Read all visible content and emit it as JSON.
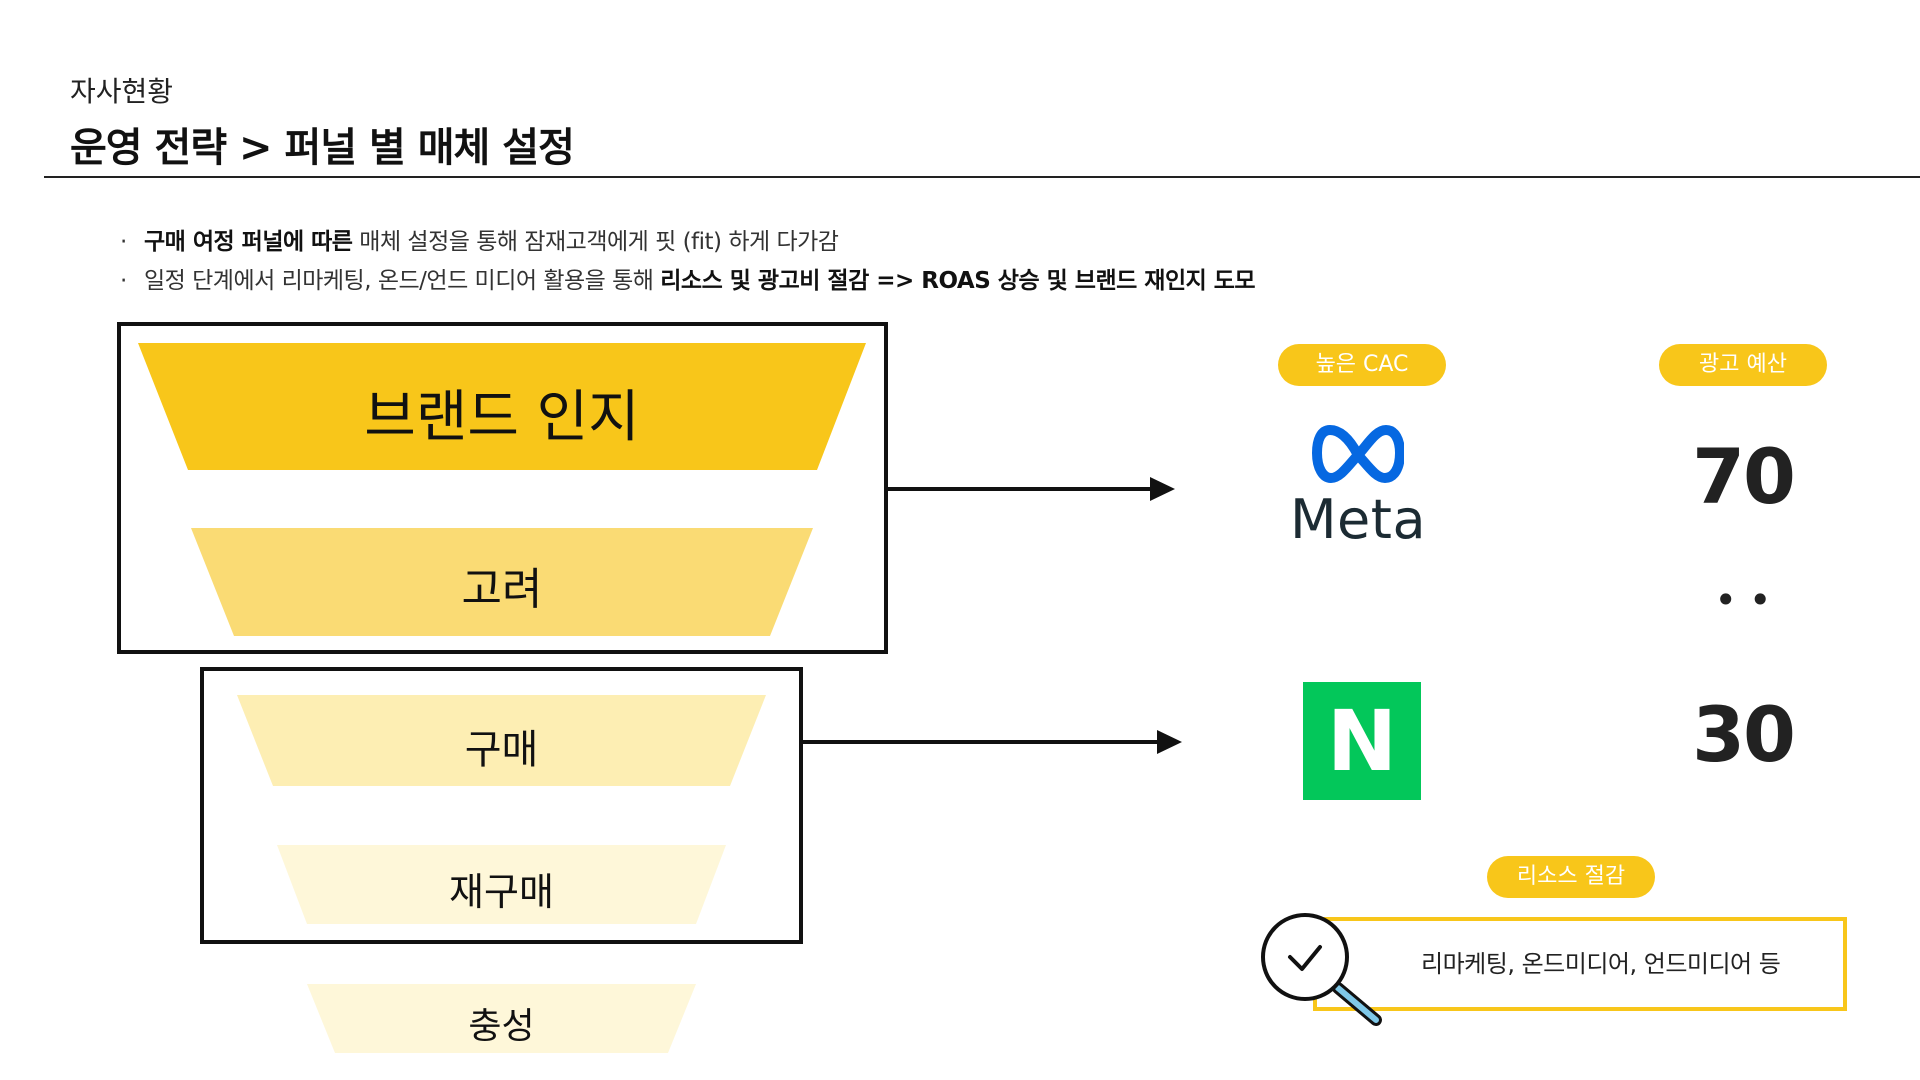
{
  "header": {
    "breadcrumb": "자사현황",
    "title": "운영 전략 > 퍼널 별 매체 설정"
  },
  "bullets": [
    {
      "bold_lead": "구매 여정 퍼널에 따른",
      "text": " 매체 설정을 통해 잠재고객에게 핏 (fit) 하게 다가감"
    },
    {
      "text_lead": "일정 단계에서 리마케팅, 온드/언드 미디어 활용을 통해 ",
      "bold": "리소스 및 광고비 절감 => ROAS 상승 및 브랜드 재인지 도모"
    }
  ],
  "funnel": {
    "stages": [
      "브랜드 인지",
      "고려",
      "구매",
      "재구매",
      "충성"
    ],
    "colors": [
      "#f8c61a",
      "#fadb74",
      "#fdeeb3",
      "#fef7d9",
      "#fef7d9"
    ]
  },
  "labels": {
    "high_cac": "높은 CAC",
    "ad_budget": "광고 예산",
    "resource_saving": "리소스 절감"
  },
  "media": {
    "meta_name": "Meta",
    "naver_letter": "N",
    "meta_budget": "70",
    "naver_budget": "30",
    "ratio_sep": "• •"
  },
  "resource_box": {
    "text": "리마케팅, 온드미디어, 언드미디어 등"
  },
  "colors": {
    "accent": "#f8c61a",
    "naver_green": "#03c75a",
    "meta_blue": "#0668e1"
  },
  "icons": [
    "meta-infinity-icon",
    "naver-logo-icon",
    "magnifier-check-icon",
    "arrow-right-icon"
  ]
}
